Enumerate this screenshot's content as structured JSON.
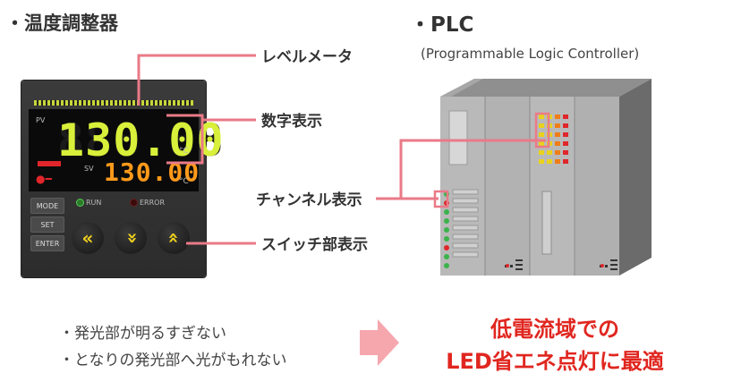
{
  "left_section": {
    "title": "・温度調整器"
  },
  "right_section": {
    "title": "・PLC",
    "subtitle": "(Programmable Logic Controller)"
  },
  "callouts": {
    "level_meter": "レベルメータ",
    "numeric_display": "数字表示",
    "channel_display": "チャンネル表示",
    "switch_display": "スイッチ部表示"
  },
  "controller": {
    "pv_label": "PV",
    "pv_value": "130.00",
    "pv_ghost": "888.88",
    "sv_label": "SV",
    "sv_value": "130.00",
    "unit": "°C",
    "run_label": "RUN",
    "error_label": "ERROR",
    "buttons": [
      "MODE",
      "SET",
      "ENTER"
    ],
    "pv_color": "#d8f03a",
    "sv_color": "#ff9a1a"
  },
  "notes": [
    "・発光部が明るすぎない",
    "・となりの発光部へ光がもれない"
  ],
  "conclusion": {
    "line1": "低電流域での",
    "line2": "LED省エネ点灯に最適"
  },
  "colors": {
    "accent_line": "#ea7a88",
    "conclusion": "#e0261f",
    "arrow": "#f6a7ae"
  }
}
